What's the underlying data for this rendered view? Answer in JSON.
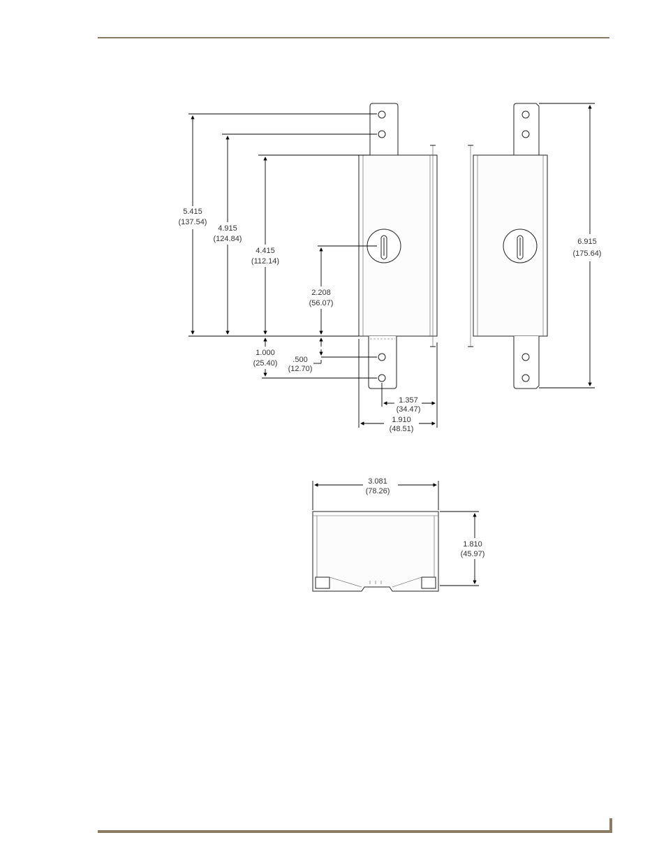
{
  "colors": {
    "rule": "#8b7d63"
  },
  "dimensions": {
    "overall_height_side": {
      "value": "5.415",
      "metric": "(137.54)"
    },
    "upper_hole_height": {
      "value": "4.915",
      "metric": "(124.84)"
    },
    "box_height": {
      "value": "4.415",
      "metric": "(112.14)"
    },
    "knob_height": {
      "value": "2.208",
      "metric": "(56.07)"
    },
    "hole_offset_1": {
      "value": "1.000",
      "metric": "(25.40)"
    },
    "hole_offset_2": {
      "value": ".500",
      "metric": "(12.70)"
    },
    "depth_inner": {
      "value": "1.357",
      "metric": "(34.47)"
    },
    "depth_outer": {
      "value": "1.910",
      "metric": "(48.51)"
    },
    "overall_height_front": {
      "value": "6.915",
      "metric": "(175.64)"
    },
    "bottom_width": {
      "value": "3.081",
      "metric": "(78.26)"
    },
    "bottom_height": {
      "value": "1.810",
      "metric": "(45.97)"
    }
  }
}
